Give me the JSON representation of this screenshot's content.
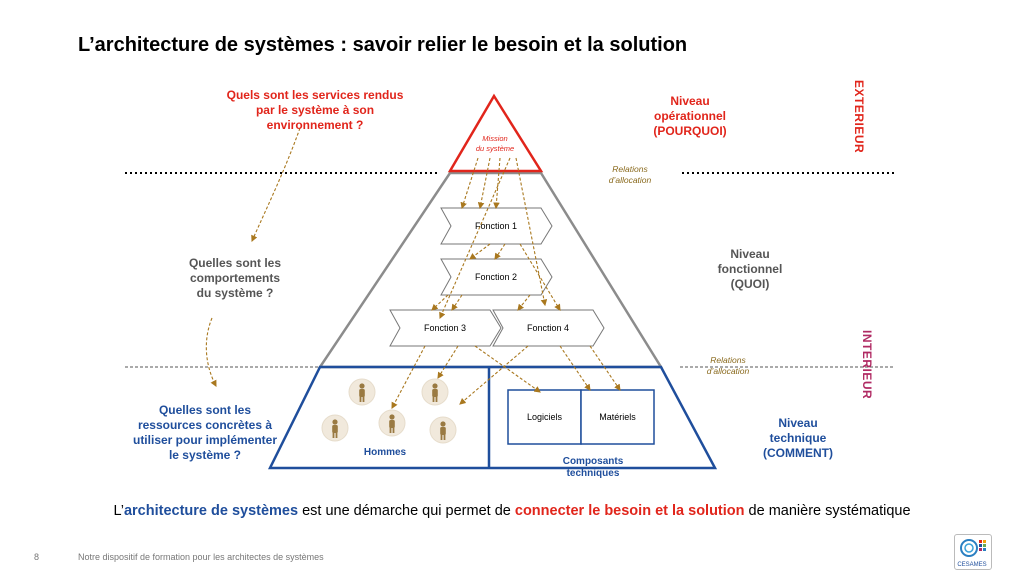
{
  "title": "L’architecture de systèmes : savoir relier le besoin et la solution",
  "questions": {
    "q1": [
      "Quels sont les services rendus",
      "par le système à son",
      "environnement ?"
    ],
    "q2": [
      "Quelles sont les",
      "comportements",
      "du système ?"
    ],
    "q3": [
      "Quelles sont les",
      "ressources concrètes à",
      "utiliser pour implémenter",
      "le système ?"
    ]
  },
  "levels": {
    "operational": [
      "Niveau",
      "opérationnel",
      "(POURQUOI)"
    ],
    "functional": [
      "Niveau",
      "fonctionnel",
      "(QUOI)"
    ],
    "technical": [
      "Niveau",
      "technique",
      "(COMMENT)"
    ]
  },
  "side_labels": {
    "exterior": "EXTERIEUR",
    "interior": "INTERIEUR"
  },
  "relations": {
    "top": [
      "Relations",
      "d’allocation"
    ],
    "bottom": [
      "Relations",
      "d’allocation"
    ]
  },
  "pyramid": {
    "mission": [
      "Mission",
      "du système"
    ],
    "functions": [
      "Fonction 1",
      "Fonction 2",
      "Fonction 3",
      "Fonction 4"
    ],
    "humans_label": "Hommes",
    "software": "Logiciels",
    "hardware": "Matériels",
    "components": [
      "Composants",
      "techniques"
    ]
  },
  "bottom_line": {
    "p1": "L’",
    "p2": "architecture de systèmes",
    "p3": " est une démarche qui permet de ",
    "p4": "connecter le besoin et la solution",
    "p5": " de manière systématique"
  },
  "footer": {
    "page": "8",
    "text": "Notre dispositif de formation pour les architectes de systèmes",
    "logo": "CESAMES"
  },
  "colors": {
    "red": "#e1251b",
    "blue": "#1f4e9c",
    "gold": "#a9781f",
    "gray": "#8c8c8c",
    "purple": "#b02a63"
  }
}
